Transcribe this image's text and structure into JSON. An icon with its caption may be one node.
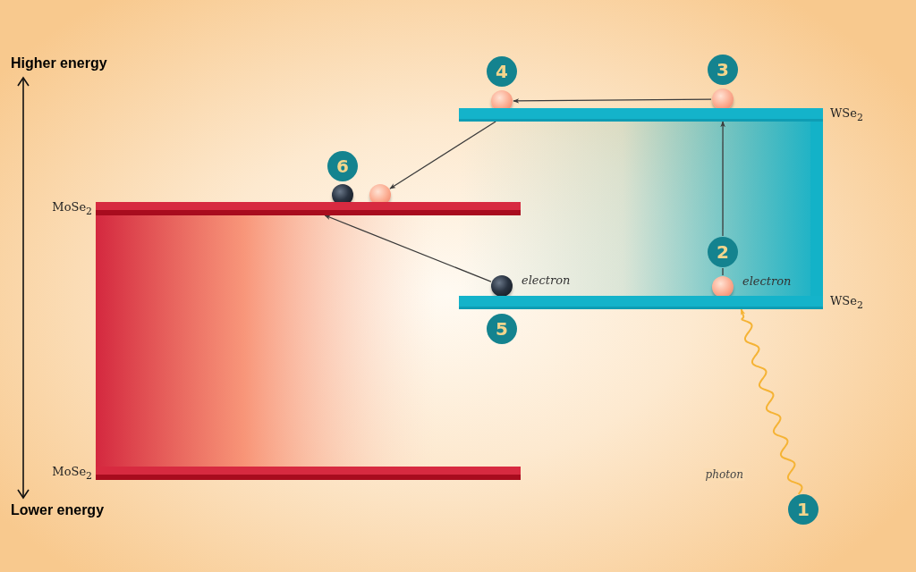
{
  "diagram": {
    "nodes": [
      {
        "text": [
          "4"
        ]
      },
      {
        "text": [
          "3"
        ]
      },
      {
        "text": [],
        "shape": "circle"
      },
      {
        "text": [],
        "shape": "circle"
      },
      {
        "text": [
          "WSe$_{2}$"
        ]
      },
      {
        "text": [
          "6"
        ]
      },
      {
        "text": [],
        "shape": "circle"
      },
      {
        "text": [],
        "shape": "circle"
      },
      {
        "text": [
          "MoSe$_{2}$"
        ]
      },
      {
        "text": [
          "2"
        ]
      },
      {
        "text": [],
        "shape": "circle",
        "beside": [
          "electron"
        ]
      },
      {
        "text": [],
        "shape": "circle",
        "beside": [
          "electron"
        ]
      },
      {
        "text": [
          "WSe$_{2}$"
        ]
      },
      {
        "text": [
          "5"
        ]
      },
      {
        "text": [
          "MoSe$_{2}$"
        ]
      },
      {
        "text": [
          "1"
        ]
      }
    ],
    "edges": [
      {
        "from": 3,
        "to": 2,
        "arrow": "to"
      },
      {
        "from": 11,
        "to": 9,
        "arrow": "none"
      },
      {
        "from": 9,
        "to": 4,
        "arrow": "to"
      },
      {
        "from": 4,
        "to": 7,
        "arrow": "to"
      },
      {
        "from": 10,
        "to": 8,
        "arrow": "to"
      },
      {
        "from": 15,
        "to": 12,
        "arrow": "to",
        "label": "photon",
        "color": "#f5b335"
      }
    ],
    "labels": [
      "Higher energy",
      "Lower energy"
    ]
  }
}
